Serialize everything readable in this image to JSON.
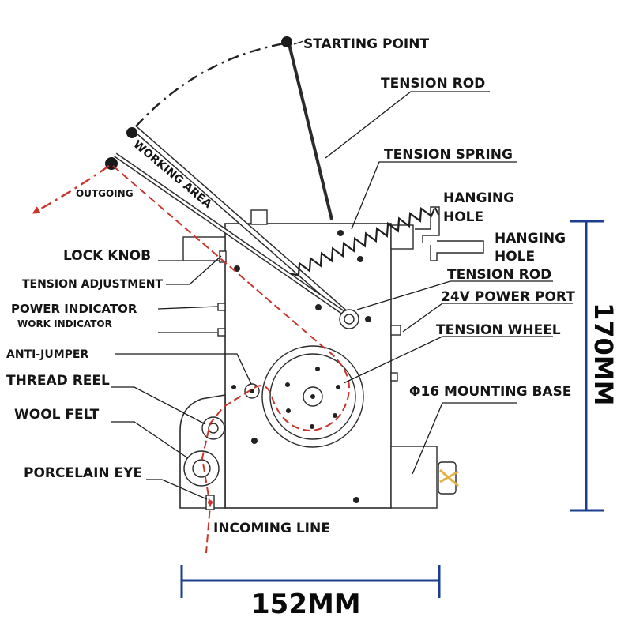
{
  "colors": {
    "thread": "#c8352a",
    "dimension": "#1b3f8c",
    "accent": "#e2b24a"
  },
  "labels": {
    "starting_point": "STARTING POINT",
    "tension_rod_top": "TENSION ROD",
    "tension_spring": "TENSION SPRING",
    "hanging_hole_1_line1": "HANGING",
    "hanging_hole_1_line2": "HOLE",
    "hanging_hole_2_line1": "HANGING",
    "hanging_hole_2_line2": "HOLE",
    "tension_rod_mid": "TENSION ROD",
    "power_port": "24V POWER PORT",
    "tension_wheel": "TENSION WHEEL",
    "mounting_base": "Φ16 MOUNTING BASE",
    "working_area": "WORKING AREA",
    "outgoing": "OUTGOING",
    "lock_knob": "LOCK KNOB",
    "tension_adjustment": "TENSION ADJUSTMENT",
    "power_indicator": "POWER INDICATOR",
    "work_indicator": "WORK INDICATOR",
    "anti_jumper": "ANTI-JUMPER",
    "thread_reel": "THREAD REEL",
    "wool_felt": "WOOL FELT",
    "porcelain_eye": "PORCELAIN EYE",
    "incoming_line": "INCOMING LINE"
  },
  "dimensions": {
    "height": "170MM",
    "width": "152MM"
  }
}
